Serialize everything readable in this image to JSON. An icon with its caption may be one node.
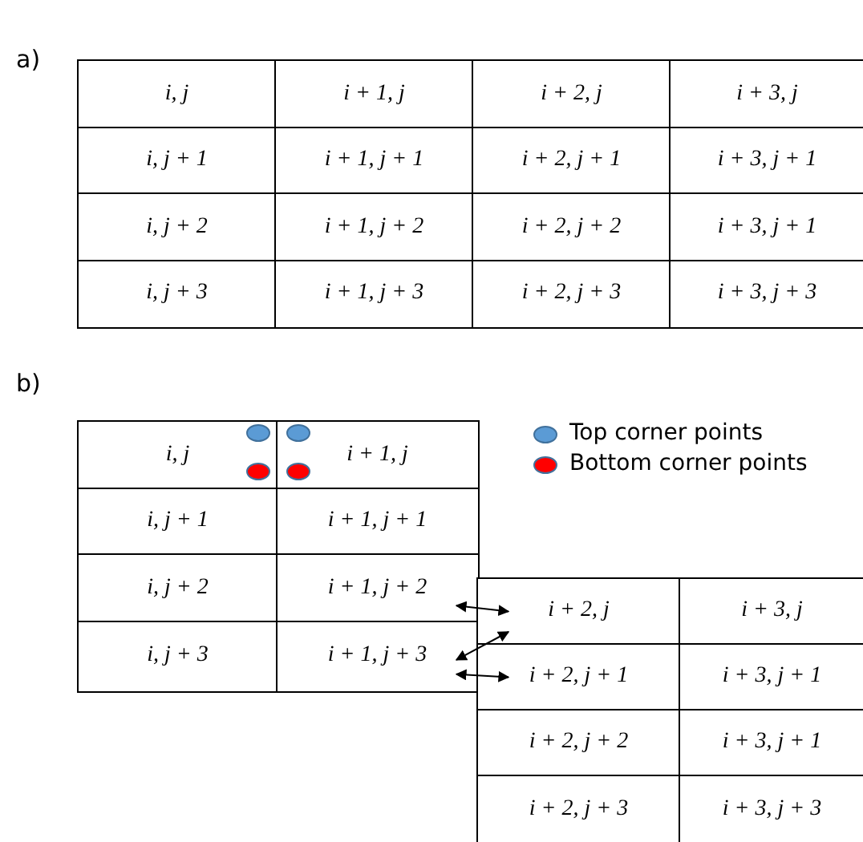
{
  "diagram": {
    "nodes": [
      {
        "text": [
          "i, j"
        ]
      },
      {
        "text": [
          "i + 1, j"
        ]
      },
      {
        "text": [
          "i, j + 1"
        ]
      },
      {
        "text": [
          "i + 1, j + 1"
        ]
      },
      {
        "text": [
          "i, j + 2"
        ]
      },
      {
        "text": [
          "i + 1, j + 2"
        ]
      },
      {
        "text": [
          "i, j + 3"
        ]
      },
      {
        "text": [
          "i + 1, j + 3"
        ]
      },
      {
        "text": [
          "i + 2, j"
        ]
      },
      {
        "text": [
          "i + 3, j"
        ]
      },
      {
        "text": [
          "i + 2, j + 1"
        ]
      },
      {
        "text": [
          "i + 3, j + 1"
        ]
      },
      {
        "text": [
          "i + 2, j + 2"
        ]
      },
      {
        "text": [
          "i + 3, j + 1"
        ]
      },
      {
        "text": [
          "i + 2, j + 3"
        ]
      },
      {
        "text": [
          "i + 3, j + 3"
        ]
      }
    ],
    "edges": [
      {
        "from": 5,
        "to": 8,
        "arrow": "both"
      },
      {
        "from": 7,
        "to": 8,
        "arrow": "both"
      },
      {
        "from": 7,
        "to": 10,
        "arrow": "both"
      }
    ],
    "labels": [
      "a)",
      "i, j",
      "i + 1, j",
      "i + 2, j",
      "i + 3, j",
      "i, j + 1",
      "i + 1, j + 1",
      "i + 2, j + 1",
      "i + 3, j + 1",
      "i, j + 2",
      "i + 1, j + 2",
      "i + 2, j + 2",
      "i + 3, j + 1",
      "i, j + 3",
      "i + 1, j + 3",
      "i + 2, j + 3",
      "i + 3, j + 3",
      "b)"
    ],
    "legend": [
      {
        "text": "Top corner points",
        "color": "#5b9bd5"
      },
      {
        "text": "Bottom corner points",
        "color": "#ff0000"
      }
    ]
  }
}
